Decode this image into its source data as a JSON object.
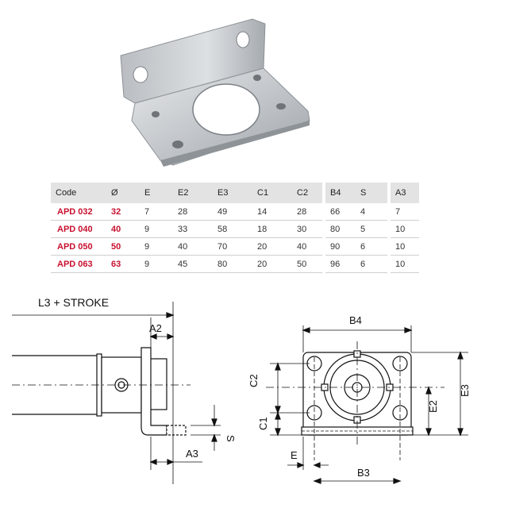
{
  "table": {
    "headers": [
      "Code",
      "Ø",
      "E",
      "E2",
      "E3",
      "C1",
      "C2",
      "B4",
      "S",
      "A3"
    ],
    "rows": [
      {
        "code": "APD 032",
        "d": "32",
        "e": "7",
        "e2": "28",
        "e3": "49",
        "c1": "14",
        "c2": "28",
        "b4": "66",
        "s": "4",
        "a3": "7"
      },
      {
        "code": "APD 040",
        "d": "40",
        "e": "9",
        "e2": "33",
        "e3": "58",
        "c1": "18",
        "c2": "30",
        "b4": "80",
        "s": "5",
        "a3": "10"
      },
      {
        "code": "APD 050",
        "d": "50",
        "e": "9",
        "e2": "40",
        "e3": "70",
        "c1": "20",
        "c2": "40",
        "b4": "90",
        "s": "6",
        "a3": "10"
      },
      {
        "code": "APD 063",
        "d": "63",
        "e": "9",
        "e2": "45",
        "e3": "80",
        "c1": "20",
        "c2": "50",
        "b4": "96",
        "s": "6",
        "a3": "10"
      }
    ]
  },
  "drawing": {
    "stroke_label": "L3 + STROKE",
    "a2": "A2",
    "a3": "A3",
    "s": "S",
    "b4": "B4",
    "b3": "B3",
    "c1": "C1",
    "c2": "C2",
    "e": "E",
    "e2": "E2",
    "e3": "E3"
  },
  "colors": {
    "code_red": "#c8102e",
    "header_bg": "#e3e3e3",
    "metal": "#c9ccd0"
  }
}
